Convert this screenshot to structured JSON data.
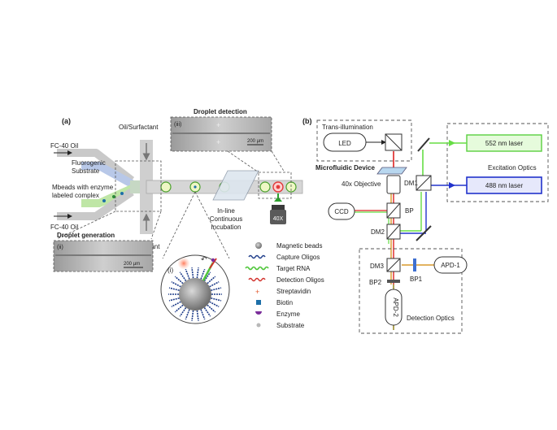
{
  "panel_a": {
    "label": "(a)",
    "inlets": {
      "fc40_top": "FC-40 Oil",
      "fluorogenic_line1": "Fluorogenic",
      "fluorogenic_line2": "Substrate",
      "mbeads_line1": "Mbeads with enzyme",
      "mbeads_line2": "labeled complex",
      "fc40_bottom": "FC-40 Oil"
    },
    "oil_surfactant_top": "Oil/Surfactant",
    "oil_surfactant_bottom": "Oil/Surfactant",
    "incubation_line1": "In-line",
    "incubation_line2": "Continuous",
    "incubation_line3": "Incubation",
    "objective": "40X",
    "droplet_detection": {
      "title": "Droplet detection",
      "roman": "(iii)",
      "scale": "200 µm"
    },
    "droplet_generation": {
      "title": "Droplet generation",
      "roman": "(ii)",
      "scale": "200 µm"
    },
    "inset_label": "(i)",
    "legend": [
      {
        "key": "magnetic_beads",
        "label": "Magnetic beads",
        "color": "#8a8a8a"
      },
      {
        "key": "capture_oligos",
        "label": "Capture Oligos",
        "color": "#1f3d8a"
      },
      {
        "key": "target_rna",
        "label": "Target RNA",
        "color": "#4fc63a"
      },
      {
        "key": "detection_oligos",
        "label": "Detection Oligos",
        "color": "#d2322d"
      },
      {
        "key": "streptavidin",
        "label": "Streptavidin",
        "color": "#e2582b"
      },
      {
        "key": "biotin",
        "label": "Biotin",
        "color": "#1d6fa8"
      },
      {
        "key": "enzyme",
        "label": "Enzyme",
        "color": "#7b2e9a"
      },
      {
        "key": "substrate",
        "label": "Substrate",
        "color": "#b8b8b8"
      }
    ]
  },
  "panel_b": {
    "label": "(b)",
    "trans_illumination": "Trans-illumination",
    "led": "LED",
    "laser_552": "552 nm laser",
    "laser_488": "488 nm laser",
    "excitation_optics": "Excitation Optics",
    "microfluidic_device": "Microfluidic Device",
    "objective": "40x Objective",
    "dm1": "DM1",
    "ccd": "CCD",
    "bp": "BP",
    "dm2": "DM2",
    "dm3": "DM3",
    "bp1": "BP1",
    "apd1": "APD-1",
    "bp2": "BP2",
    "apd2": "APD-2",
    "detection_optics": "Detection Optics"
  },
  "colors": {
    "oil_channel": "#c9c9c9",
    "substrate_channel": "#b8c8e8",
    "bead_channel": "#bfe6a6",
    "laser_green": "#66dd44",
    "laser_blue": "#2233cc",
    "laser_red": "#dd2222",
    "emission_orange": "#d99a2b",
    "droplet_red": "#e23b3b"
  }
}
